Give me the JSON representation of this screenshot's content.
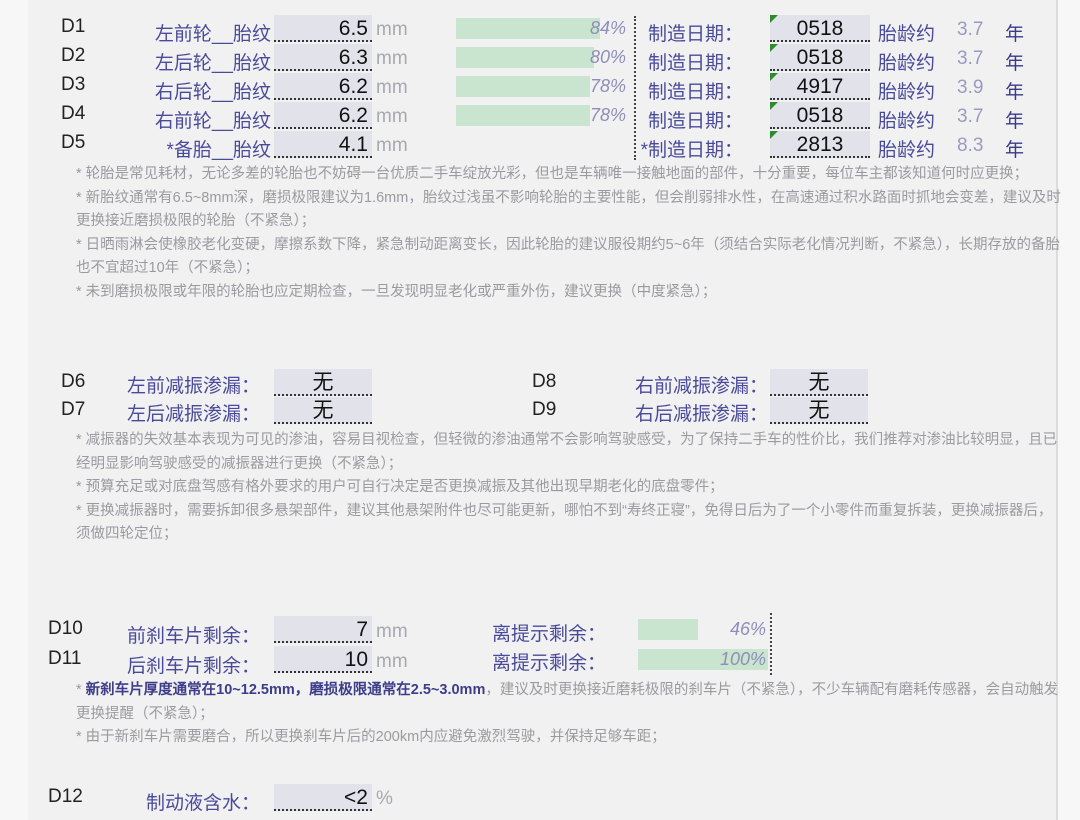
{
  "tires": {
    "rows": [
      {
        "code": "D1",
        "label": "左前轮__胎纹：",
        "tread": "6.5",
        "unit": "mm",
        "pct": 84,
        "pct_label": "84%",
        "date_label": "制造日期：",
        "date": "0518",
        "age_label": "胎龄约",
        "age": "3.7",
        "year": "年"
      },
      {
        "code": "D2",
        "label": "左后轮__胎纹：",
        "tread": "6.3",
        "unit": "mm",
        "pct": 80,
        "pct_label": "80%",
        "date_label": "制造日期：",
        "date": "0518",
        "age_label": "胎龄约",
        "age": "3.7",
        "year": "年"
      },
      {
        "code": "D3",
        "label": "右后轮__胎纹：",
        "tread": "6.2",
        "unit": "mm",
        "pct": 78,
        "pct_label": "78%",
        "date_label": "制造日期：",
        "date": "4917",
        "age_label": "胎龄约",
        "age": "3.9",
        "year": "年"
      },
      {
        "code": "D4",
        "label": "右前轮__胎纹：",
        "tread": "6.2",
        "unit": "mm",
        "pct": 78,
        "pct_label": "78%",
        "date_label": "制造日期：",
        "date": "0518",
        "age_label": "胎龄约",
        "age": "3.7",
        "year": "年"
      },
      {
        "code": "D5",
        "label": "*备胎__胎纹：",
        "tread": "4.1",
        "unit": "mm",
        "pct": null,
        "pct_label": "",
        "date_label": "*制造日期：",
        "date": "2813",
        "age_label": "胎龄约",
        "age": "8.3",
        "year": "年"
      }
    ],
    "notes": [
      "* 轮胎是常见耗材，无论多差的轮胎也不妨碍一台优质二手车绽放光彩，但也是车辆唯一接触地面的部件，十分重要，每位车主都该知道何时应更换；",
      "* 新胎纹通常有6.5~8mm深，磨损极限建议为1.6mm，胎纹过浅虽不影响轮胎的主要性能，但会削弱排水性，在高速通过积水路面时抓地会变差，建议及时更换接近磨损极限的轮胎（不紧急）；",
      "* 日晒雨淋会使橡胶老化变硬，摩擦系数下降，紧急制动距离变长，因此轮胎的建议服役期约5~6年（须结合实际老化情况判断，不紧急），长期存放的备胎也不宜超过10年（不紧急）；",
      "* 未到磨损极限或年限的轮胎也应定期检查，一旦发现明显老化或严重外伤，建议更换（中度紧急）；"
    ]
  },
  "shocks": {
    "rows": [
      {
        "code": "D6",
        "label": "左前减振渗漏：",
        "value": "无"
      },
      {
        "code": "D7",
        "label": "左后减振渗漏：",
        "value": "无"
      },
      {
        "code": "D8",
        "label": "右前减振渗漏：",
        "value": "无"
      },
      {
        "code": "D9",
        "label": "右后减振渗漏：",
        "value": "无"
      }
    ],
    "notes": [
      "* 减振器的失效基本表现为可见的渗油，容易目视检查，但轻微的渗油通常不会影响驾驶感受，为了保持二手车的性价比，我们推荐对渗油比较明显，且已经明显影响驾驶感受的减振器进行更换（不紧急）；",
      "* 预算充足或对底盘驾感有格外要求的用户可自行决定是否更换减振及其他出现早期老化的底盘零件；",
      "* 更换减振器时，需要拆卸很多悬架部件，建议其他悬架附件也尽可能更新，哪怕不到“寿终正寝”，免得日后为了一个小零件而重复拆装，更换减振器后，须做四轮定位；"
    ]
  },
  "brakes": {
    "rows": [
      {
        "code": "D10",
        "label": "前刹车片剩余：",
        "value": "7",
        "unit": "mm",
        "remain_label": "离提示剩余：",
        "pct": 46,
        "pct_label": "46%"
      },
      {
        "code": "D11",
        "label": "后刹车片剩余：",
        "value": "10",
        "unit": "mm",
        "remain_label": "离提示剩余：",
        "pct": 100,
        "pct_label": "100%"
      }
    ],
    "note1_bold": "新刹车片厚度通常在10~12.5mm，磨损极限通常在2.5~3.0mm",
    "note1_prefix": "* ",
    "note1_rest": "，建议及时更换接近磨耗极限的刹车片（不紧急），不少车辆配有磨耗传感器，会自动触发更换提醒（不紧急）；",
    "note2": "* 由于新刹车片需要磨合，所以更换刹车片后的200km内应避免激烈驾驶，并保持足够车距；"
  },
  "fluid": {
    "code": "D12",
    "label": "制动液含水：",
    "value": "<2",
    "unit": "%"
  },
  "colors": {
    "label": "#4a4a9a",
    "cell_bg": "#e2e2ea",
    "bar_fill": "#c9e5cf",
    "note_text": "#9a9aa0",
    "marker_green": "#2e8b2e"
  }
}
